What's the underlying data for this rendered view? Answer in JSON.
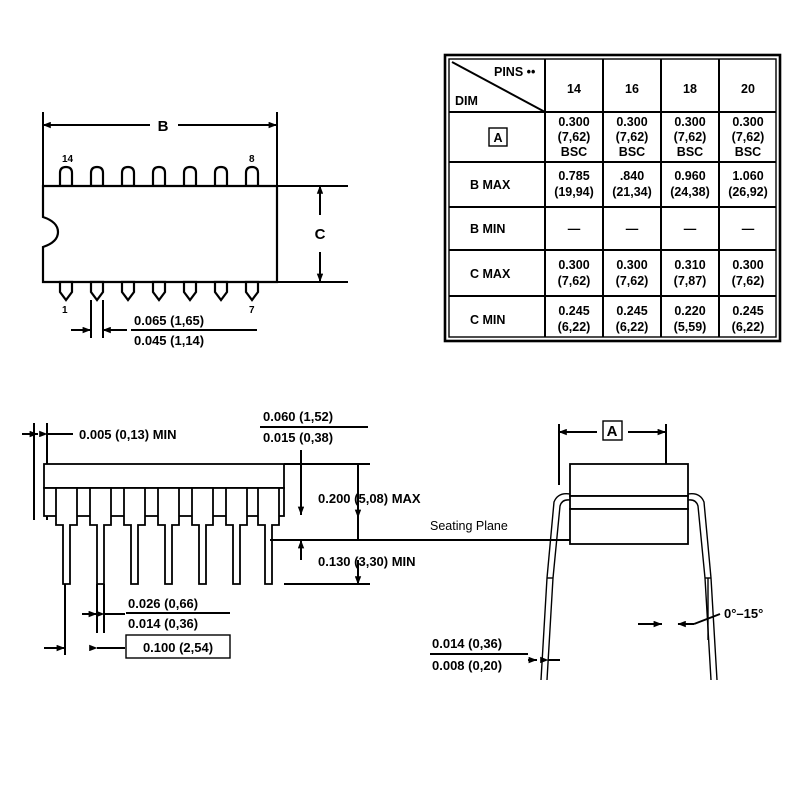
{
  "sheet": {
    "title": "DIP Package Mechanical Drawing",
    "background": "#ffffff",
    "line_color": "#000000"
  },
  "table": {
    "corner_header_pins": "PINS  ••",
    "corner_header_dim": "DIM",
    "columns": [
      "14",
      "16",
      "18",
      "20"
    ],
    "rows": [
      {
        "label": "A",
        "label_boxed": true,
        "cells": [
          [
            "0.300",
            "(7,62)",
            "BSC"
          ],
          [
            "0.300",
            "(7,62)",
            "BSC"
          ],
          [
            "0.300",
            "(7,62)",
            "BSC"
          ],
          [
            "0.300",
            "(7,62)",
            "BSC"
          ]
        ]
      },
      {
        "label": "B   MAX",
        "label_boxed": false,
        "cells": [
          [
            "0.785",
            "(19,94)"
          ],
          [
            ".840",
            "(21,34)"
          ],
          [
            "0.960",
            "(24,38)"
          ],
          [
            "1.060",
            "(26,92)"
          ]
        ]
      },
      {
        "label": "B   MIN",
        "label_boxed": false,
        "cells": [
          [
            "—"
          ],
          [
            "—"
          ],
          [
            "—"
          ],
          [
            "—"
          ]
        ]
      },
      {
        "label": "C   MAX",
        "label_boxed": false,
        "cells": [
          [
            "0.300",
            "(7,62)"
          ],
          [
            "0.300",
            "(7,62)"
          ],
          [
            "0.310",
            "(7,87)"
          ],
          [
            "0.300",
            "(7,62)"
          ]
        ]
      },
      {
        "label": "C   MIN",
        "label_boxed": false,
        "cells": [
          [
            "0.245",
            "(6,22)"
          ],
          [
            "0.245",
            "(6,22)"
          ],
          [
            "0.220",
            "(5,59)"
          ],
          [
            "0.245",
            "(6,22)"
          ]
        ]
      }
    ]
  },
  "top_view": {
    "dim_b_label": "B",
    "dim_c_label": "C",
    "pin_top_left": "14",
    "pin_top_right": "8",
    "pin_bottom_left": "1",
    "pin_bottom_right": "7",
    "pin_width_upper": "0.065  (1,65)",
    "pin_width_lower": "0.045  (1,14)",
    "pin_count_visible": 7
  },
  "side_view": {
    "standoff_min": "0.005 (0,13) MIN",
    "shoulder_upper": "0.060  (1,52)",
    "shoulder_lower": "0.015  (0,38)",
    "height_max": "0.200 (5,08) MAX",
    "seating_plane": "Seating Plane",
    "lead_length_min": "0.130 (3,30) MIN",
    "lead_width_upper": "0.026  (0,66)",
    "lead_width_lower": "0.014  (0,36)",
    "lead_pitch": "0.100  (2,54)",
    "lead_pitch_boxed": true,
    "pin_count_visible": 7
  },
  "end_view": {
    "dim_a_label": "A",
    "dim_a_boxed": true,
    "lead_thickness_upper": "0.014  (0,36)",
    "lead_thickness_lower": "0.008  (0,20)",
    "lead_angle": "0°–15°"
  }
}
